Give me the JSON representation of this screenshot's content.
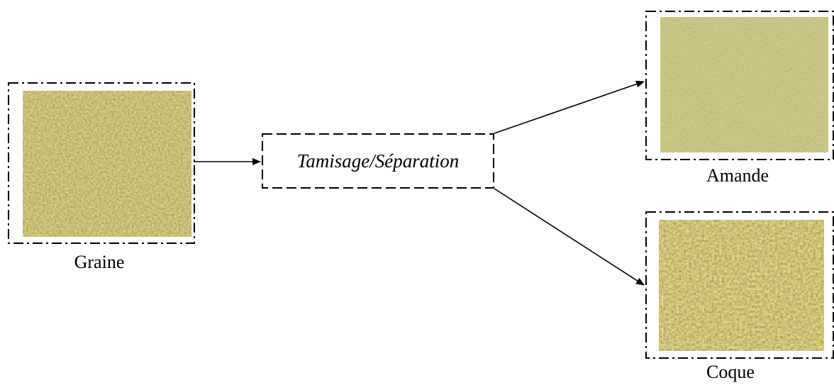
{
  "process": {
    "label": "Tamisage/Séparation"
  },
  "inputs": {
    "graine": {
      "label": "Graine",
      "texture": "seed-texture"
    }
  },
  "outputs": {
    "amande": {
      "label": "Amande",
      "texture": "kernel-texture"
    },
    "coque": {
      "label": "Coque",
      "texture": "shell-texture"
    }
  },
  "colors": {
    "line": "#000000",
    "graine_base": "#8a7a2c",
    "amande_base": "#8d8a3c",
    "coque_base": "#9a8a34",
    "background": "#ffffff"
  }
}
